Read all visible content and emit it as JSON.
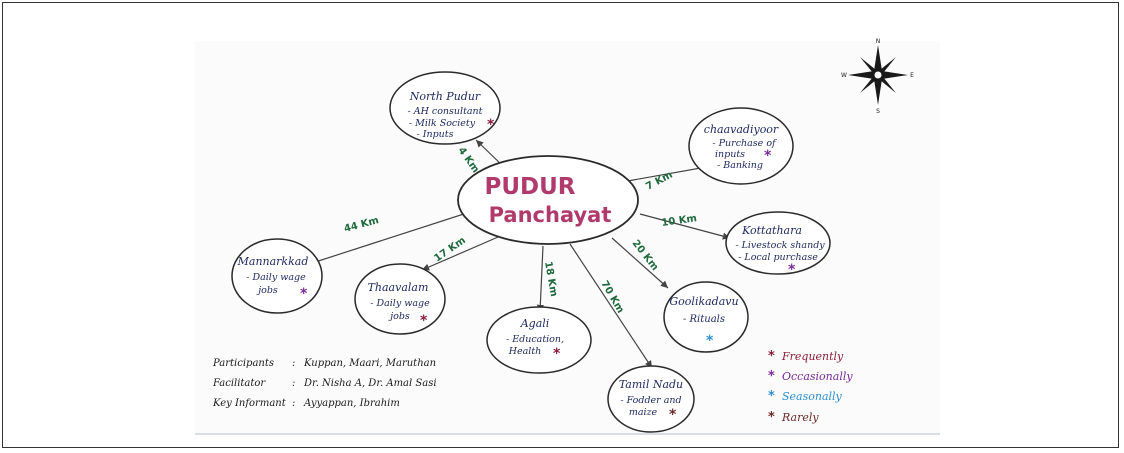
{
  "center": {
    "line1": "PUDUR",
    "line2": "Panchayat"
  },
  "nodes": {
    "north_pudur": {
      "title": "North Pudur",
      "items": [
        "- AH consultant",
        "- Milk Society",
        "- Inputs"
      ],
      "stars": [
        "frequently"
      ]
    },
    "chaavadiyoor": {
      "title": "chaavadiyoor",
      "items": [
        "- Purchase of",
        "inputs",
        "- Banking"
      ],
      "stars": [
        "occasionally"
      ]
    },
    "kottathara": {
      "title": "Kottathara",
      "items": [
        "- Livestock shandy",
        "- Local purchase"
      ],
      "stars": [
        "occasionally"
      ]
    },
    "goolikadavu": {
      "title": "Goolikadavu",
      "items": [
        "- Rituals"
      ],
      "stars": [
        "seasonally"
      ]
    },
    "tamil_nadu": {
      "title": "Tamil Nadu",
      "items": [
        "- Fodder and",
        "maize"
      ],
      "stars": [
        "rarely"
      ]
    },
    "agali": {
      "title": "Agali",
      "items": [
        "- Education,",
        "Health"
      ],
      "stars": [
        "frequently"
      ]
    },
    "thaavalam": {
      "title": "Thaavalam",
      "items": [
        "- Daily wage",
        "jobs"
      ],
      "stars": [
        "frequently"
      ]
    },
    "mannarkkad": {
      "title": "Mannarkkad",
      "items": [
        "- Daily wage",
        "jobs"
      ],
      "stars": [
        "occasionally"
      ]
    }
  },
  "distances": {
    "north_pudur": "4 Km",
    "chaavadiyoor": "7 Km",
    "kottathara": "10 Km",
    "goolikadavu": "20 Km",
    "tamil_nadu": "70 Km",
    "agali": "18 Km",
    "thaavalam": "17 Km",
    "mannarkkad": "44 Km"
  },
  "legend": [
    {
      "symbol": "*",
      "label": "Frequently",
      "color": "#8a1d3c"
    },
    {
      "symbol": "*",
      "label": "Occasionally",
      "color": "#7a2a9a"
    },
    {
      "symbol": "*",
      "label": "Seasonally",
      "color": "#2f8fd0"
    },
    {
      "symbol": "*",
      "label": "Rarely",
      "color": "#6b2a2a"
    }
  ],
  "credits": {
    "participants_key": "Participants",
    "participants_value": "Kuppan, Maari, Maruthan",
    "facilitator_key": "Facilitator",
    "facilitator_value": "Dr. Nisha A, Dr. Amal Sasi",
    "informant_key": "Key Informant",
    "informant_value": "Ayyappan, Ibrahim"
  },
  "compass": {
    "n": "N",
    "s": "S",
    "e": "E",
    "w": "W",
    "icon": "compass-rose-icon"
  },
  "colors": {
    "center_text": "#b03a6b",
    "distance": "#1f6a3e",
    "ink": "#1f2a60",
    "outline": "#2a2a2a"
  }
}
